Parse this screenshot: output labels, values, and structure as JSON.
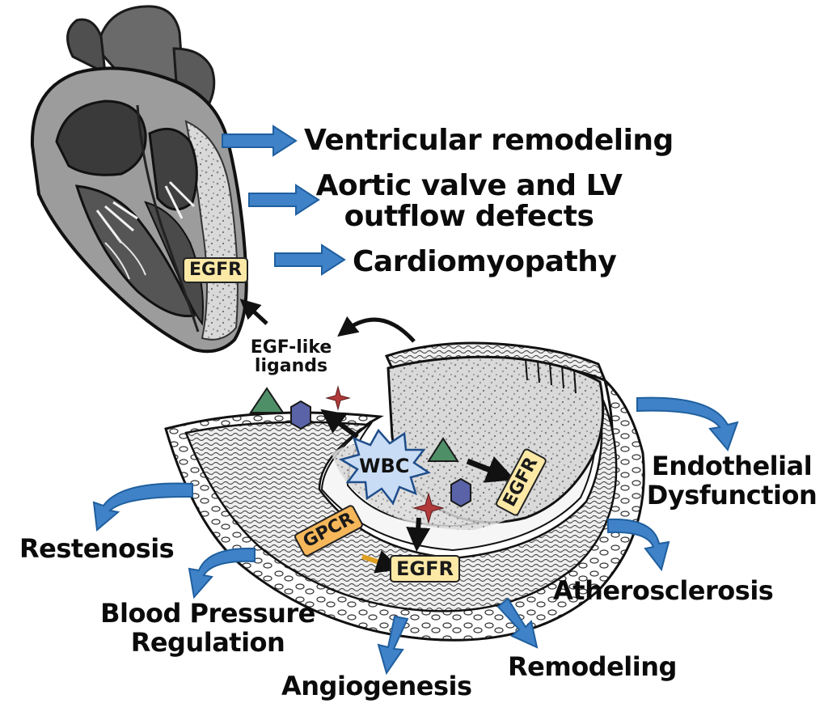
{
  "heart": {
    "receptor_label": "EGFR"
  },
  "heart_effects": {
    "ventricular": "Ventricular remodeling",
    "aortic_line1": "Aortic valve and LV",
    "aortic_line2": "outflow defects",
    "cardiomyopathy": "Cardiomyopathy"
  },
  "ligands": {
    "label_line1": "EGF-like",
    "label_line2": "ligands"
  },
  "vessel": {
    "wbc_label": "WBC",
    "egfr_wall_label": "EGFR",
    "egfr_bottom_label": "EGFR",
    "gpcr_label": "GPCR"
  },
  "vessel_effects": {
    "endothelial_line1": "Endothelial",
    "endothelial_line2": "Dysfunction",
    "restenosis": "Restenosis",
    "bp_line1": "Blood Pressure",
    "bp_line2": "Regulation",
    "atherosclerosis": "Atherosclerosis",
    "angiogenesis": "Angiogenesis",
    "remodeling": "Remodeling"
  },
  "colors": {
    "arrow_blue": "#3f82c8",
    "arrow_blue_edge": "#1f5f9e",
    "egfr_fill": "#fde9a6",
    "gpcr_fill": "#f6b75a",
    "wbc_fill": "#c9dcf5",
    "triangle_green": "#4f8f68",
    "hexagon_purple": "#5a63a8",
    "star_red": "#b23a3a"
  }
}
